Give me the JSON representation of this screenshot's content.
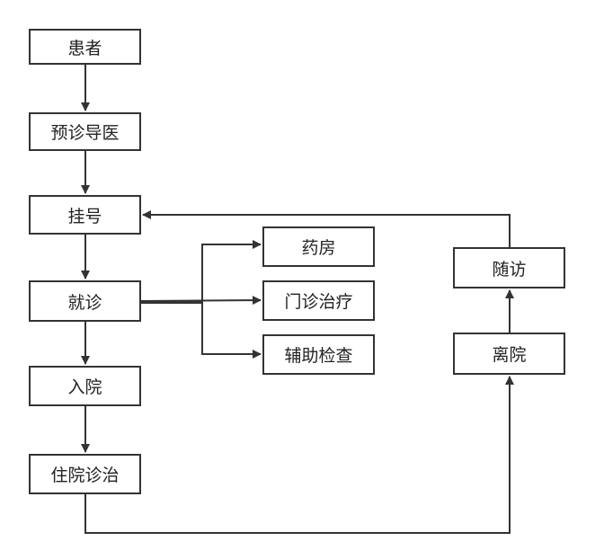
{
  "colors": {
    "stroke": "#333333",
    "text": "#222222",
    "background": "#ffffff"
  },
  "nodes": {
    "patient": "患者",
    "triage": "预诊导医",
    "registration": "挂号",
    "consultation": "就诊",
    "admission": "入院",
    "inpatient_treatment": "住院诊治",
    "pharmacy": "药房",
    "outpatient_treatment": "门诊治疗",
    "auxiliary_exam": "辅助检查",
    "follow_up": "随访",
    "discharge": "离院"
  },
  "edges": [
    {
      "from": "patient",
      "to": "triage"
    },
    {
      "from": "triage",
      "to": "registration"
    },
    {
      "from": "registration",
      "to": "consultation"
    },
    {
      "from": "consultation",
      "to": "admission"
    },
    {
      "from": "admission",
      "to": "inpatient_treatment"
    },
    {
      "from": "consultation",
      "to": "pharmacy"
    },
    {
      "from": "consultation",
      "to": "outpatient_treatment"
    },
    {
      "from": "consultation",
      "to": "auxiliary_exam"
    },
    {
      "from": "inpatient_treatment",
      "to": "discharge"
    },
    {
      "from": "discharge",
      "to": "follow_up"
    },
    {
      "from": "follow_up",
      "to": "registration"
    }
  ]
}
